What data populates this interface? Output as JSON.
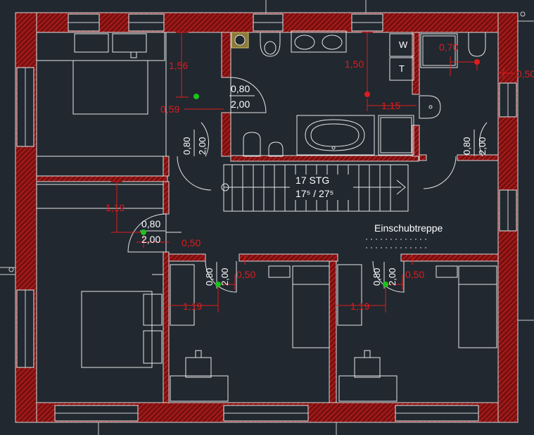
{
  "colors": {
    "background": "#212830",
    "wall_hatch": "#b01818",
    "dimension": "#e01c1c",
    "line": "#e6e6e6",
    "socket": "#19c219"
  },
  "stair": {
    "steps": "17 STG",
    "rise_run": "17⁵ / 27⁵"
  },
  "attic_stair_label": "Einschubtreppe",
  "dims": {
    "bed_door_height": "1,56",
    "bed_door_offset": "0,59",
    "bath_socket_height": "1,50",
    "bath_socket_offset": "1,15",
    "shower_socket_offset": "0,70",
    "ext_socket_offset": "0,50",
    "left_room_height": "1,19",
    "left_door_offset": "0,50",
    "child1_offset": "0,50",
    "child1_width": "1,19",
    "child2_offset": "0,50",
    "child2_width": "1,19"
  },
  "doors": {
    "bedroom": {
      "w": "0,80",
      "h": "2,00"
    },
    "left_room": {
      "w": "0,80",
      "h": "2,00"
    },
    "bath": {
      "w": "0,80",
      "h": "2,00"
    },
    "shower": {
      "w": "0,80",
      "h": "2,00"
    },
    "child1": {
      "w": "0,80",
      "h": "2,00"
    },
    "child2": {
      "w": "0,80",
      "h": "2,00"
    }
  },
  "fixture_labels": {
    "washer": "W",
    "dryer": "T"
  }
}
